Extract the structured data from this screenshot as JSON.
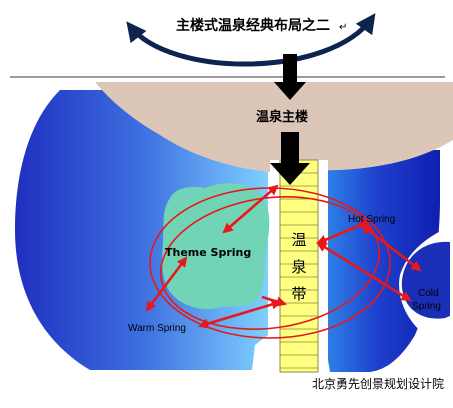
{
  "title": "主楼式温泉经典布局之二",
  "title_mark": "↵",
  "main_building": "温泉主楼",
  "belt_chars": [
    "温",
    "泉",
    "带"
  ],
  "labels": {
    "theme_spring": "Theme Spring",
    "warm_spring": "Warm Spring",
    "hot_spring": "Hot Spring",
    "cold_spring_line1": "Cold",
    "cold_spring_line2": "Spring"
  },
  "credit": "北京勇先创景规划设计院",
  "colors": {
    "arrow_red": "#e8171b",
    "navy": "#0d2350",
    "belt_yellow": "#ffff80",
    "building_beige": "#dcc6b8",
    "theme_pool": "#72d4b6",
    "ground_blue": "#2a3fc8"
  }
}
